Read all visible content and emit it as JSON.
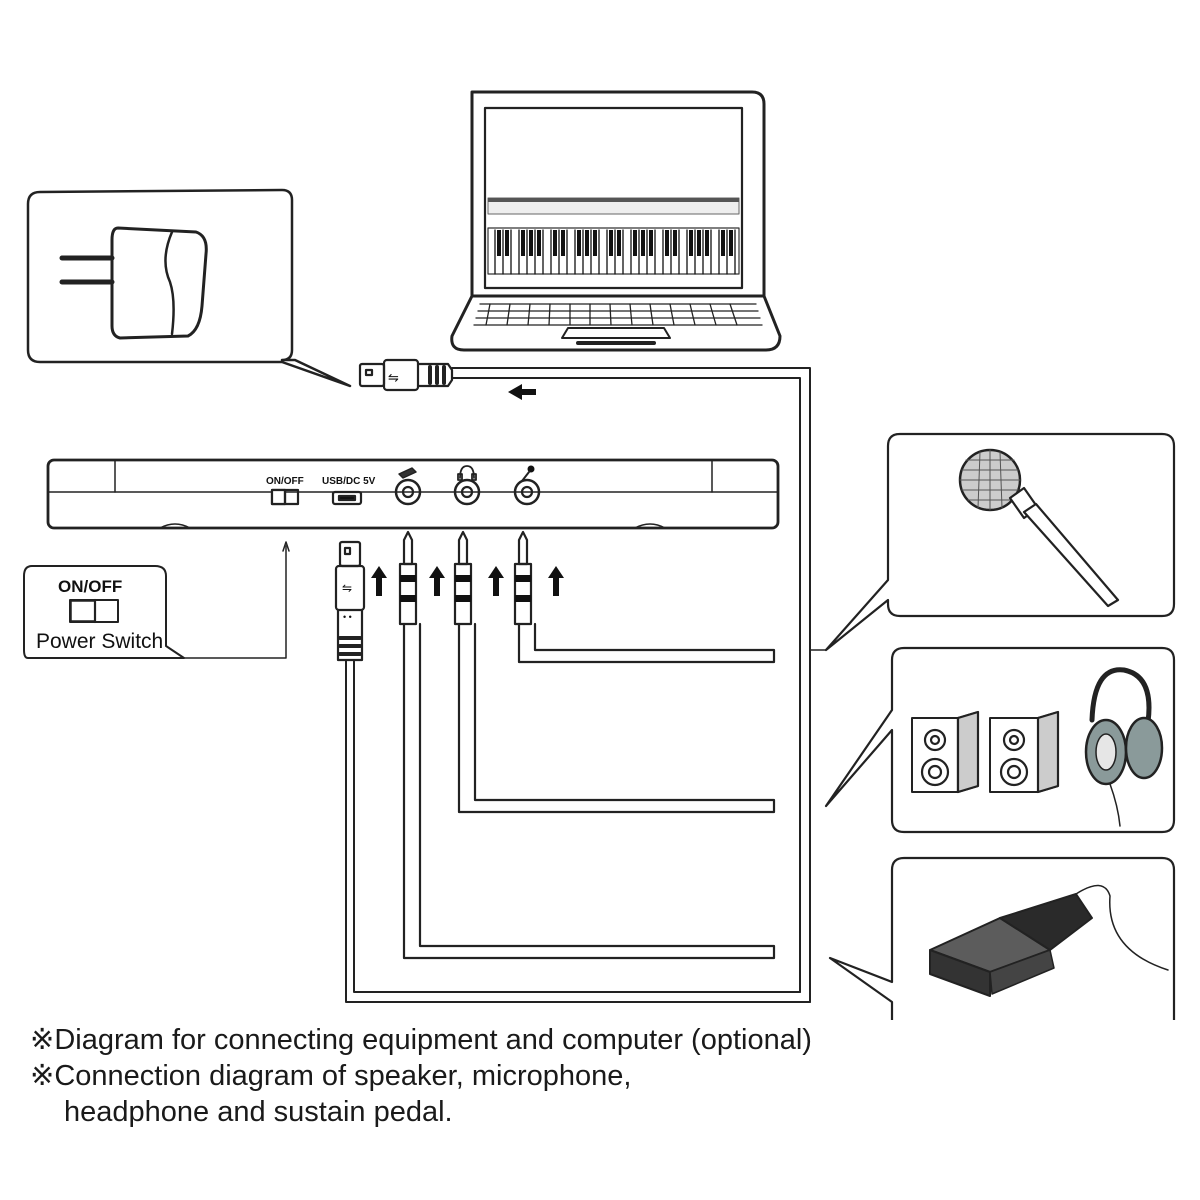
{
  "device_labels": {
    "onoff": "ON/OFF",
    "usb_dc": "USB/DC 5V"
  },
  "power_switch_box": {
    "title": "ON/OFF",
    "caption": "Power Switch"
  },
  "notes": [
    {
      "mark": "※",
      "text": "Diagram for connecting equipment and computer (optional)"
    },
    {
      "mark": "※",
      "text": "Connection diagram of speaker, microphone,"
    },
    {
      "mark": "",
      "text": "headphone and sustain pedal."
    }
  ],
  "icons": {
    "adapter": "power-adapter-icon",
    "laptop": "laptop-icon",
    "microphone": "microphone-icon",
    "speakers": "speaker-icon",
    "headphones": "headphone-icon",
    "pedal": "sustain-pedal-icon"
  },
  "colors": {
    "ink": "#222222",
    "background": "#ffffff"
  }
}
